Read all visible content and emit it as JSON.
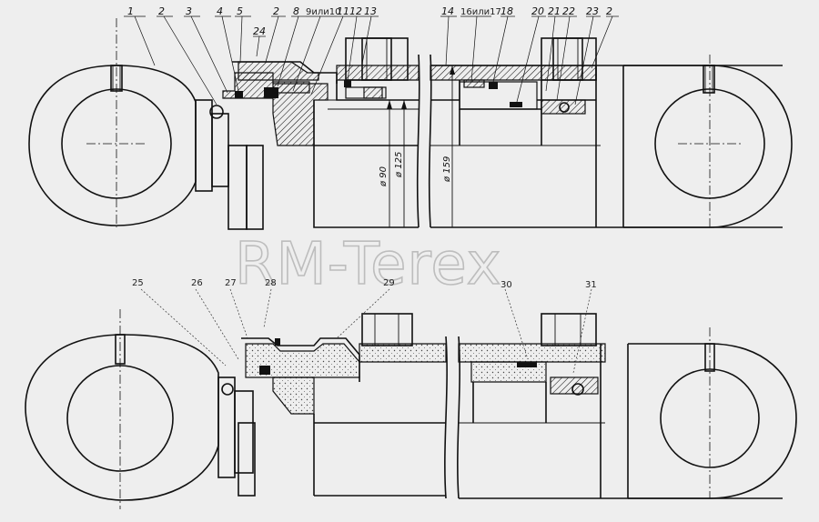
{
  "watermark": "RM-Terex",
  "top_callouts": [
    "1",
    "2",
    "3",
    "4",
    "5",
    "2",
    "8",
    "9или10",
    "11",
    "12",
    "13",
    "14",
    "16или17",
    "18",
    "20",
    "21",
    "22",
    "23",
    "2",
    "24"
  ],
  "dimensions": [
    "ø 90",
    "ø 125",
    "ø 159"
  ],
  "bottom_callouts": [
    "25",
    "26",
    "27",
    "28",
    "29",
    "30",
    "31"
  ]
}
